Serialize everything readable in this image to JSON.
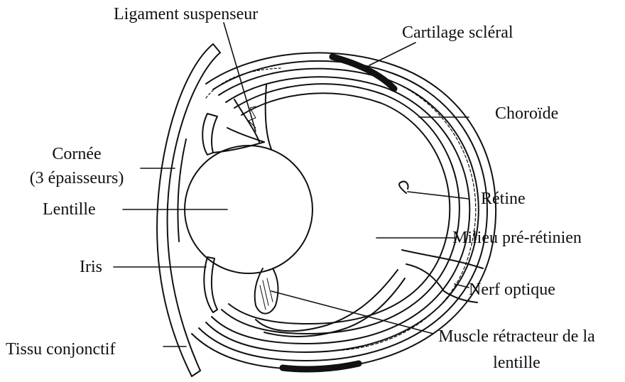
{
  "labels": {
    "ligament": "Ligament suspenseur",
    "cartilage": "Cartilage scléral",
    "choroide": "Choroïde",
    "cornee_line1": "Cornée",
    "cornee_line2": "(3 épaisseurs)",
    "lentille": "Lentille",
    "retine": "Rétine",
    "milieu": "Milieu pré-rétinien",
    "iris": "Iris",
    "nerf": "Nerf optique",
    "tissu": "Tissu conjonctif",
    "muscle_line1": "Muscle rétracteur de la",
    "muscle_line2": "lentille"
  },
  "colors": {
    "ink": "#111111",
    "background": "#ffffff"
  }
}
